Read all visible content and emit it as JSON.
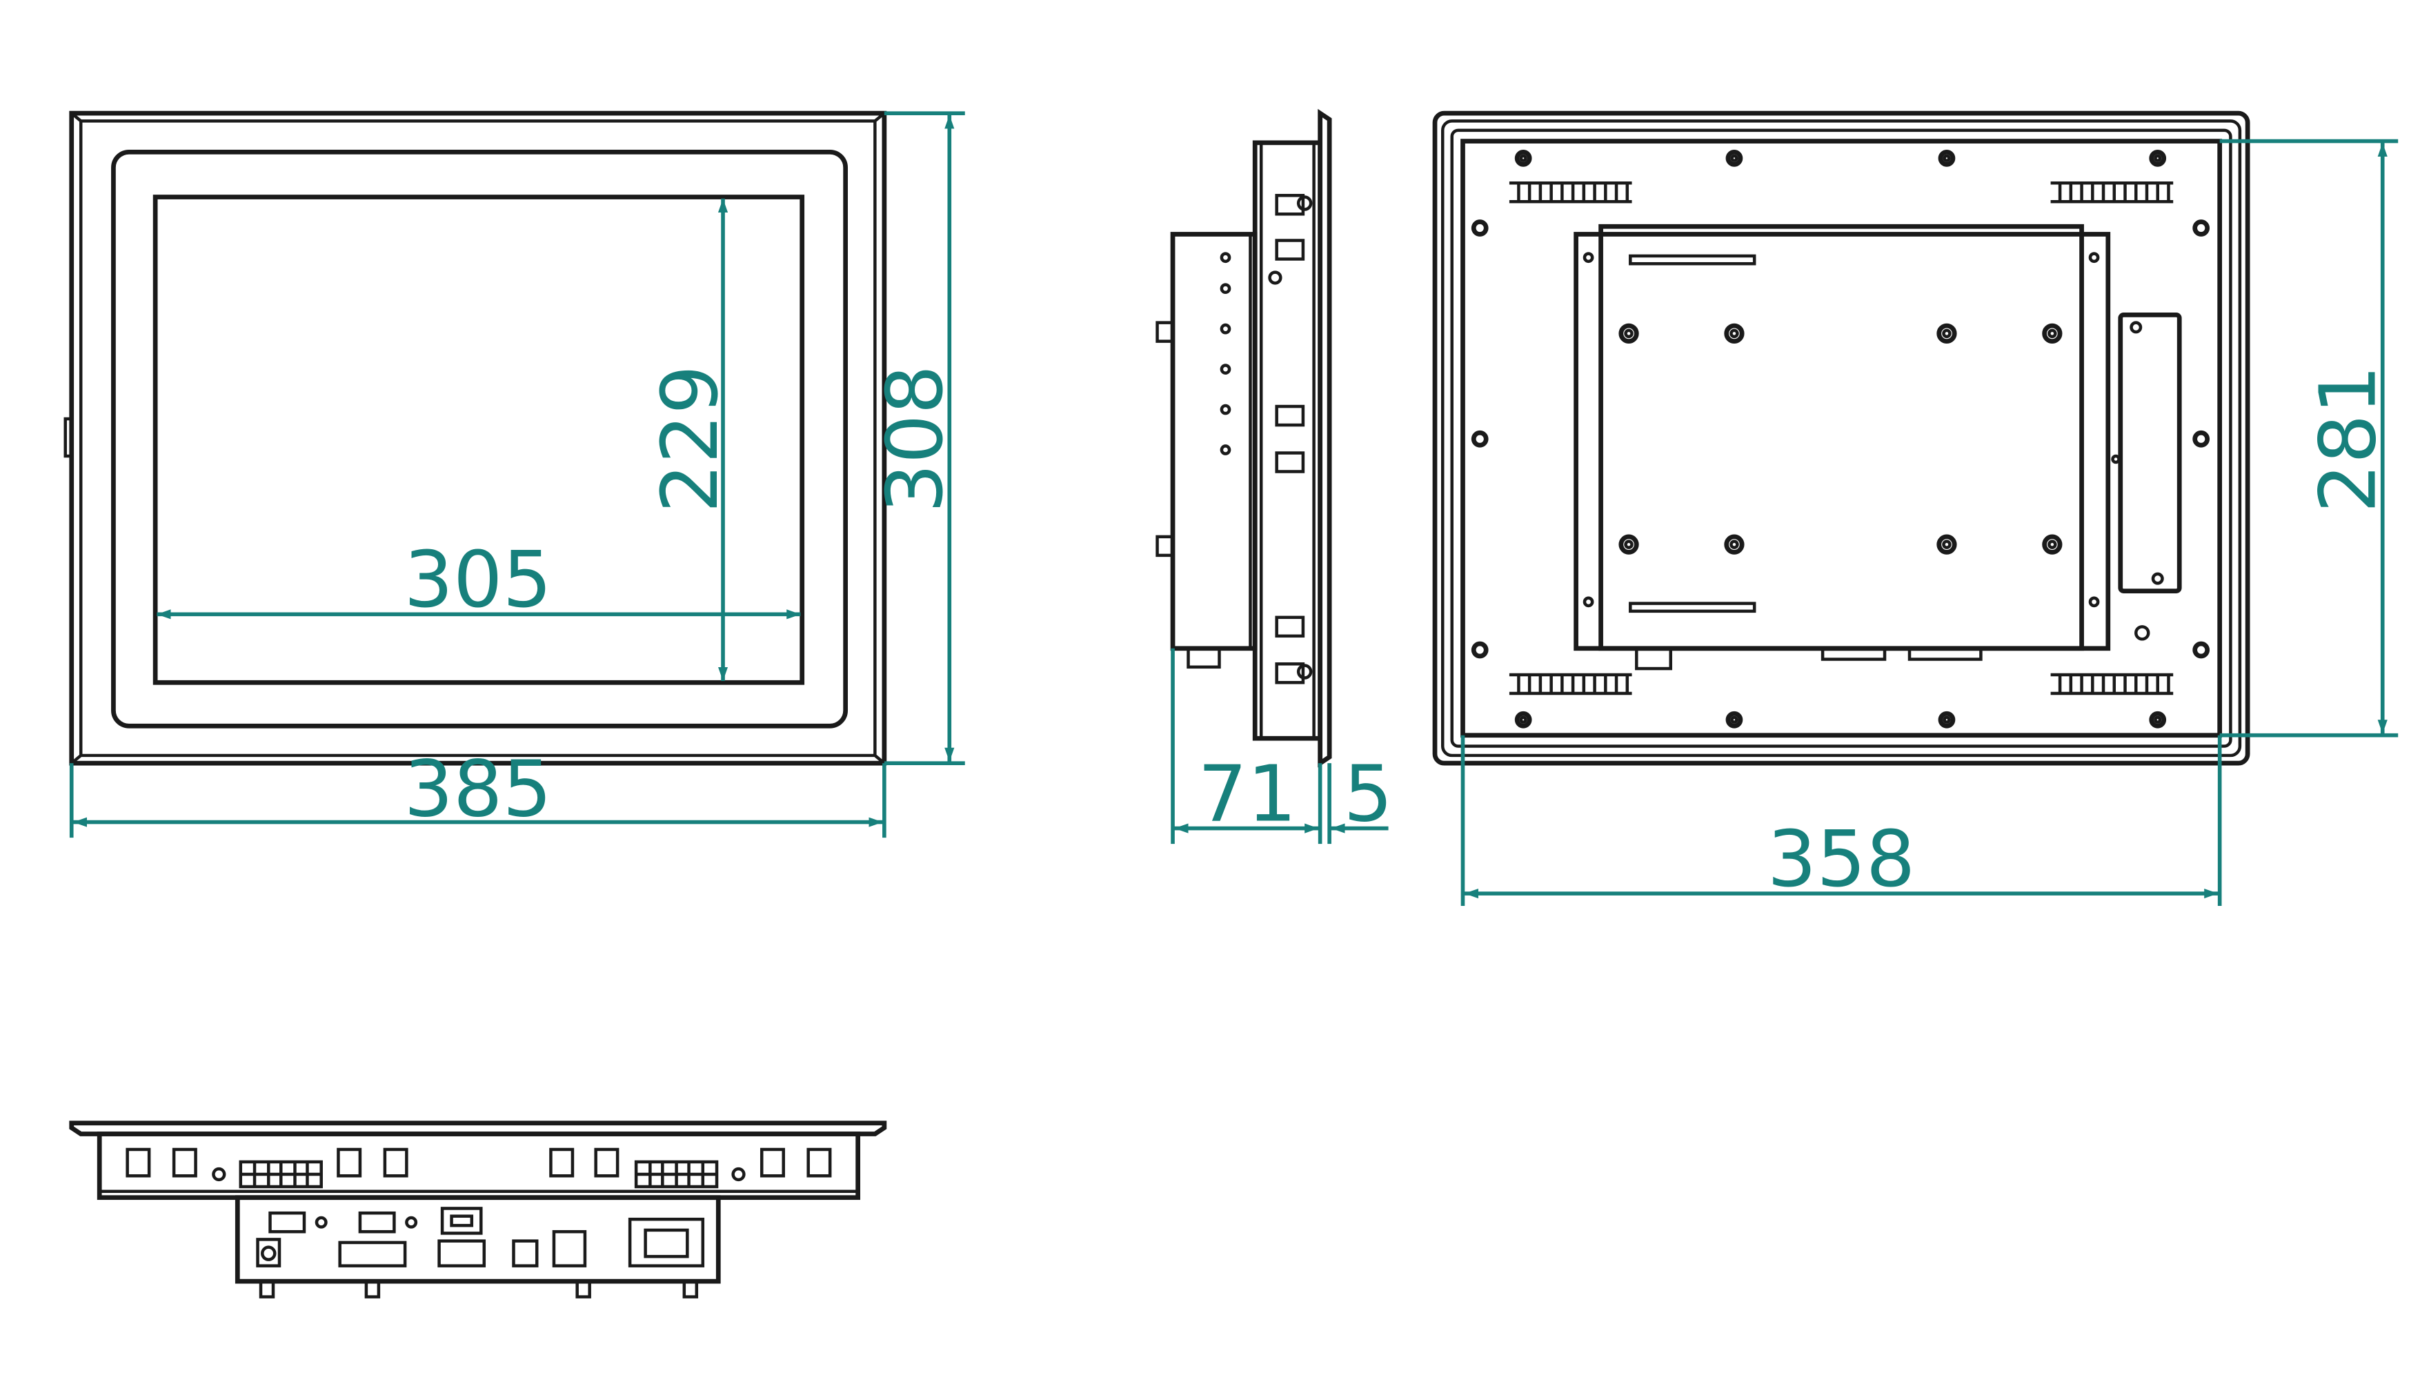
{
  "dimensions": {
    "front_width": "385",
    "front_height": "308",
    "screen_width": "305",
    "screen_height": "229",
    "side_depth": "71",
    "side_bezel": "5",
    "back_width": "358",
    "back_height": "281"
  },
  "colors": {
    "line": "#1a1a1a",
    "dimension": "#17807c",
    "background": "#ffffff"
  }
}
